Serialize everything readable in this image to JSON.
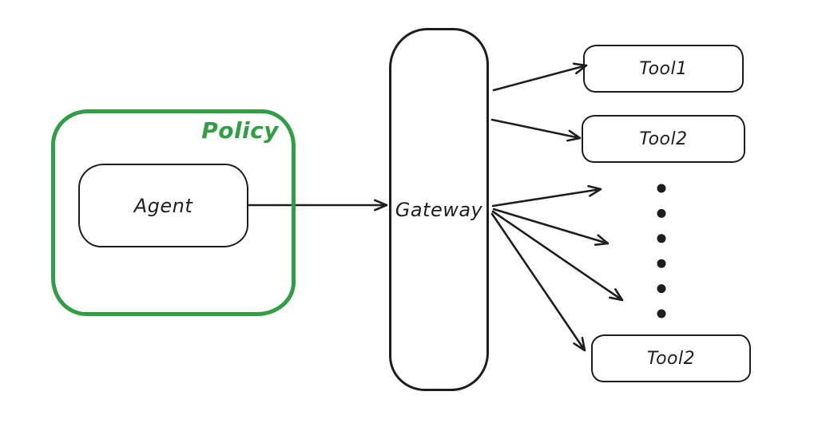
{
  "diagram": {
    "type": "flow-diagram",
    "background": "#ffffff",
    "ink_color": "#1e1e1e",
    "accent_green": "#2f9e44",
    "nodes": {
      "policy": {
        "label": "Policy",
        "color": "#2f9e44"
      },
      "agent": {
        "label": "Agent"
      },
      "gateway": {
        "label": "Gateway"
      },
      "tool1": {
        "label": "Tool1"
      },
      "tool2": {
        "label": "Tool2"
      },
      "tool_last": {
        "label": "Tool2"
      }
    },
    "edges": [
      {
        "from": "Agent",
        "to": "Gateway"
      },
      {
        "from": "Gateway",
        "to": "Tool1"
      },
      {
        "from": "Gateway",
        "to": "Tool2"
      },
      {
        "from": "Gateway",
        "to": "unlabeled-1"
      },
      {
        "from": "Gateway",
        "to": "unlabeled-2"
      },
      {
        "from": "Gateway",
        "to": "unlabeled-3"
      },
      {
        "from": "Gateway",
        "to": "Tool2-bottom"
      }
    ],
    "ellipsis_dot_count": 6
  }
}
